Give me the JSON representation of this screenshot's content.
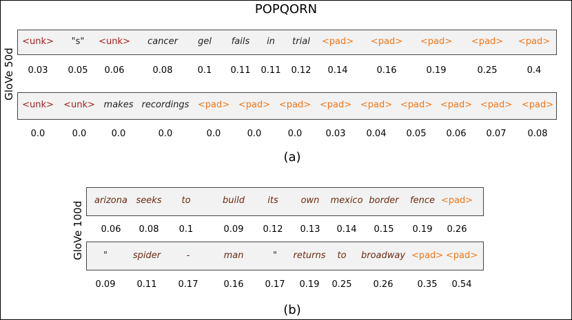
{
  "title": "POPQORN",
  "panel_a": {
    "label": "GloVe 50d",
    "caption": "(a)",
    "rows": [
      {
        "tokens": [
          {
            "text": "<unk>",
            "kind": "unk"
          },
          {
            "text": "\"s\"",
            "kind": "quote"
          },
          {
            "text": "<unk>",
            "kind": "unk"
          },
          {
            "text": "cancer",
            "kind": "word"
          },
          {
            "text": "gel",
            "kind": "word"
          },
          {
            "text": "fails",
            "kind": "word"
          },
          {
            "text": "in",
            "kind": "word"
          },
          {
            "text": "trial",
            "kind": "word"
          },
          {
            "text": "<pad>",
            "kind": "pad"
          },
          {
            "text": "<pad>",
            "kind": "pad"
          },
          {
            "text": "<pad>",
            "kind": "pad"
          },
          {
            "text": "<pad>",
            "kind": "pad"
          },
          {
            "text": "<pad>",
            "kind": "pad"
          }
        ],
        "scores": [
          "0.03",
          "0.05",
          "0.06",
          "0.08",
          "0.1",
          "0.11",
          "0.11",
          "0.12",
          "0.14",
          "0.16",
          "0.19",
          "0.25",
          "0.4"
        ]
      },
      {
        "tokens": [
          {
            "text": "<unk>",
            "kind": "unk"
          },
          {
            "text": "<unk>",
            "kind": "unk"
          },
          {
            "text": "makes",
            "kind": "word"
          },
          {
            "text": "recordings",
            "kind": "word"
          },
          {
            "text": "<pad>",
            "kind": "pad"
          },
          {
            "text": "<pad>",
            "kind": "pad"
          },
          {
            "text": "<pad>",
            "kind": "pad"
          },
          {
            "text": "<pad>",
            "kind": "pad"
          },
          {
            "text": "<pad>",
            "kind": "pad"
          },
          {
            "text": "<pad>",
            "kind": "pad"
          },
          {
            "text": "<pad>",
            "kind": "pad"
          },
          {
            "text": "<pad>",
            "kind": "pad"
          },
          {
            "text": "<pad>",
            "kind": "pad"
          }
        ],
        "scores": [
          "0.0",
          "0.0",
          "0.0",
          "0.0",
          "0.0",
          "0.0",
          "0.0",
          "0.03",
          "0.04",
          "0.05",
          "0.06",
          "0.07",
          "0.08"
        ]
      }
    ]
  },
  "panel_b": {
    "label": "GloVe 100d",
    "caption": "(b)",
    "rows": [
      {
        "tokens": [
          {
            "text": "arizona",
            "kind": "word"
          },
          {
            "text": "seeks",
            "kind": "word"
          },
          {
            "text": "to",
            "kind": "word"
          },
          {
            "text": "build",
            "kind": "word"
          },
          {
            "text": "its",
            "kind": "word"
          },
          {
            "text": "own",
            "kind": "word"
          },
          {
            "text": "mexico",
            "kind": "word"
          },
          {
            "text": "border",
            "kind": "word"
          },
          {
            "text": "fence",
            "kind": "word"
          },
          {
            "text": "<pad>",
            "kind": "pad"
          }
        ],
        "scores": [
          "0.06",
          "0.08",
          "0.1",
          "0.09",
          "0.12",
          "0.13",
          "0.14",
          "0.15",
          "0.19",
          "0.26"
        ]
      },
      {
        "tokens": [
          {
            "text": "\"",
            "kind": "quote"
          },
          {
            "text": "spider",
            "kind": "word"
          },
          {
            "text": "-",
            "kind": "word"
          },
          {
            "text": "man",
            "kind": "word"
          },
          {
            "text": "\"",
            "kind": "quote"
          },
          {
            "text": "returns",
            "kind": "word"
          },
          {
            "text": "to",
            "kind": "word"
          },
          {
            "text": "broadway",
            "kind": "word"
          },
          {
            "text": "<pad>",
            "kind": "pad"
          },
          {
            "text": "<pad>",
            "kind": "pad"
          }
        ],
        "scores": [
          "0.09",
          "0.11",
          "0.17",
          "0.16",
          "0.17",
          "0.19",
          "0.25",
          "0.26",
          "0.35",
          "0.54"
        ]
      }
    ]
  }
}
